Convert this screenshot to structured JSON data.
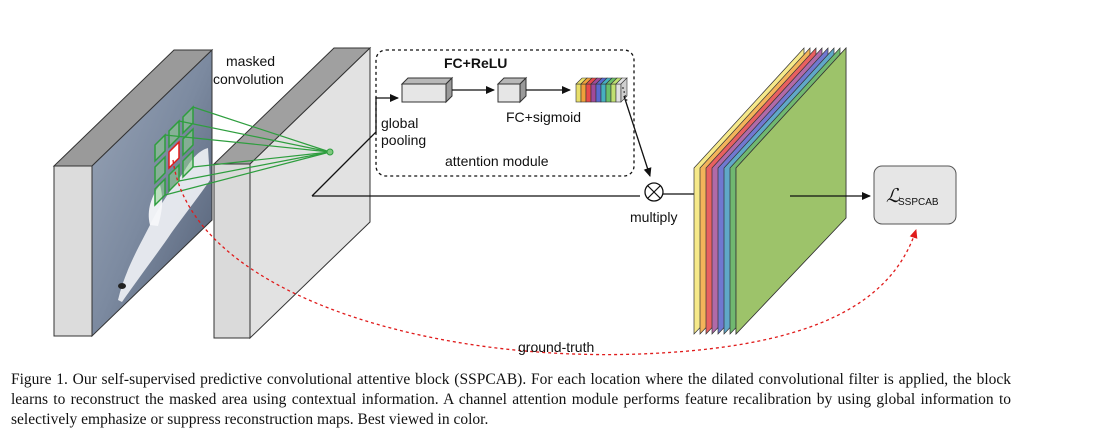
{
  "diagram": {
    "labels": {
      "masked_line1": "masked",
      "masked_line2": "convolution",
      "fc_relu": "FC+ReLU",
      "fc_sigmoid": "FC+sigmoid",
      "global_line1": "global",
      "global_line2": "pooling",
      "attention_module": "attention module",
      "multiply": "multiply",
      "loss": "ℒ",
      "loss_sub": "SSPCAB",
      "ground_truth": "ground-truth"
    },
    "colors": {
      "filter_green": "#2e9e3e",
      "arrow_red": "#e01b1b",
      "map_green": "#9dc36a",
      "attention_bars": [
        "#e8df6a",
        "#f0a03a",
        "#e84a4a",
        "#a04a9a",
        "#5a6ad0",
        "#46b0c0",
        "#6ac06a",
        "#c0e070",
        "#e0e0e0"
      ],
      "map_stack": [
        "#f6e98a",
        "#f3b35a",
        "#e86060",
        "#b06aa8",
        "#7078d0",
        "#60a8c8",
        "#70b870",
        "#9dc36a"
      ]
    }
  },
  "caption": "Figure 1. Our self-supervised predictive convolutional attentive block (SSPCAB). For each location where the dilated convolutional filter is applied, the block learns to reconstruct the masked area using contextual information. A channel attention module performs feature recalibration by using global information to selectively emphasize or suppress reconstruction maps. Best viewed in color."
}
